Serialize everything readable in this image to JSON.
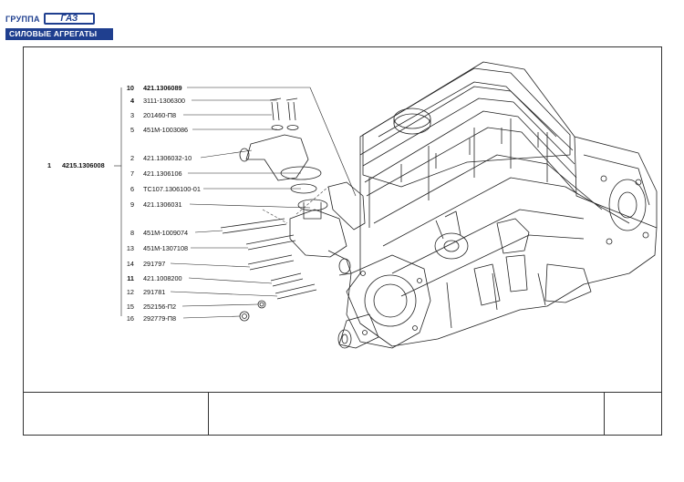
{
  "header": {
    "group_label": "ГРУППА",
    "brand": "ГАЗ",
    "subtitle": "СИЛОВЫЕ АГРЕГАТЫ"
  },
  "assembly": {
    "num": "1",
    "code": "4215.1306008"
  },
  "parts": [
    {
      "num": "10",
      "code": "421.1306089"
    },
    {
      "num": "4",
      "code": "3111-1306300"
    },
    {
      "num": "3",
      "code": "201460-П8"
    },
    {
      "num": "5",
      "code": "451М-1003086"
    },
    {
      "num": "2",
      "code": "421.1306032-10"
    },
    {
      "num": "7",
      "code": "421.1306106"
    },
    {
      "num": "6",
      "code": "ТС107.1306100-01"
    },
    {
      "num": "9",
      "code": "421.1306031"
    },
    {
      "num": "8",
      "code": "451М-1009074"
    },
    {
      "num": "13",
      "code": "451М-1307108"
    },
    {
      "num": "14",
      "code": "291797"
    },
    {
      "num": "11",
      "code": "421.1008200"
    },
    {
      "num": "12",
      "code": "291781"
    },
    {
      "num": "15",
      "code": "252156-П2"
    },
    {
      "num": "16",
      "code": "292779-П8"
    }
  ],
  "colors": {
    "brand_blue": "#1f3f8f",
    "line": "#333333"
  }
}
